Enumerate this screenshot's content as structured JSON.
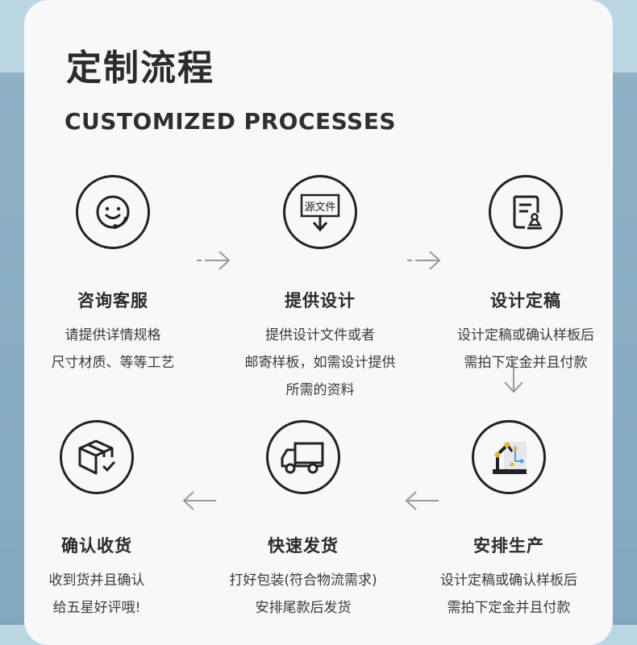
{
  "header": {
    "title_cn": "定制流程",
    "title_en": "CUSTOMIZED PROCESSES"
  },
  "steps": [
    {
      "title": "咨询客服",
      "desc": "请提供详情规格\n尺寸材质、等等工艺",
      "icon": "customer-service-icon"
    },
    {
      "title": "提供设计",
      "desc": "提供设计文件或者\n邮寄样板，如需设计提供\n所需的资料",
      "icon": "source-file-icon",
      "icon_text": "源文件"
    },
    {
      "title": "设计定稿",
      "desc": "设计定稿或确认样板后\n需拍下定金并且付款",
      "icon": "design-draft-icon"
    },
    {
      "title": "安排生产",
      "desc": "设计定稿或确认样板后\n需拍下定金并且付款",
      "icon": "robot-arm-icon"
    },
    {
      "title": "快速发货",
      "desc": "打好包装(符合物流需求)\n安排尾款后发货",
      "icon": "truck-icon"
    },
    {
      "title": "确认收货",
      "desc": "收到货并且确认\n给五星好评哦!",
      "icon": "package-check-icon"
    }
  ],
  "colors": {
    "background_top": "#b9d6e2",
    "background_bottom": "#83a8be",
    "card": "#f7f8f9",
    "text": "#2b2b2b",
    "arrow": "#999999"
  }
}
